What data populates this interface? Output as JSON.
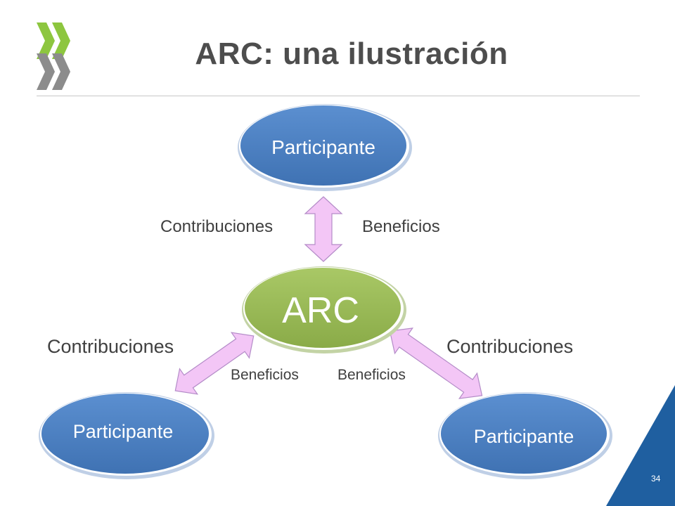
{
  "title": "ARC: una ilustración",
  "page_number": "34",
  "colors": {
    "participant_blue": "#4a7fc1",
    "arc_green": "#9bbb59",
    "arrow_pink": "#f3c6f6",
    "corner_blue": "#1f5fa0",
    "logo_green": "#8dc63f",
    "logo_grey": "#8c8c8c"
  },
  "nodes": {
    "participant_top": "Participante",
    "arc": "ARC",
    "participant_left": "Participante",
    "participant_right": "Participante"
  },
  "edge_labels": {
    "top_contributions": "Contribuciones",
    "top_benefits": "Beneficios",
    "left_contributions": "Contribuciones",
    "left_benefits": "Beneficios",
    "right_contributions": "Contribuciones",
    "right_benefits": "Beneficios"
  },
  "icons": {
    "logo": "oecd-chevrons-logo"
  }
}
